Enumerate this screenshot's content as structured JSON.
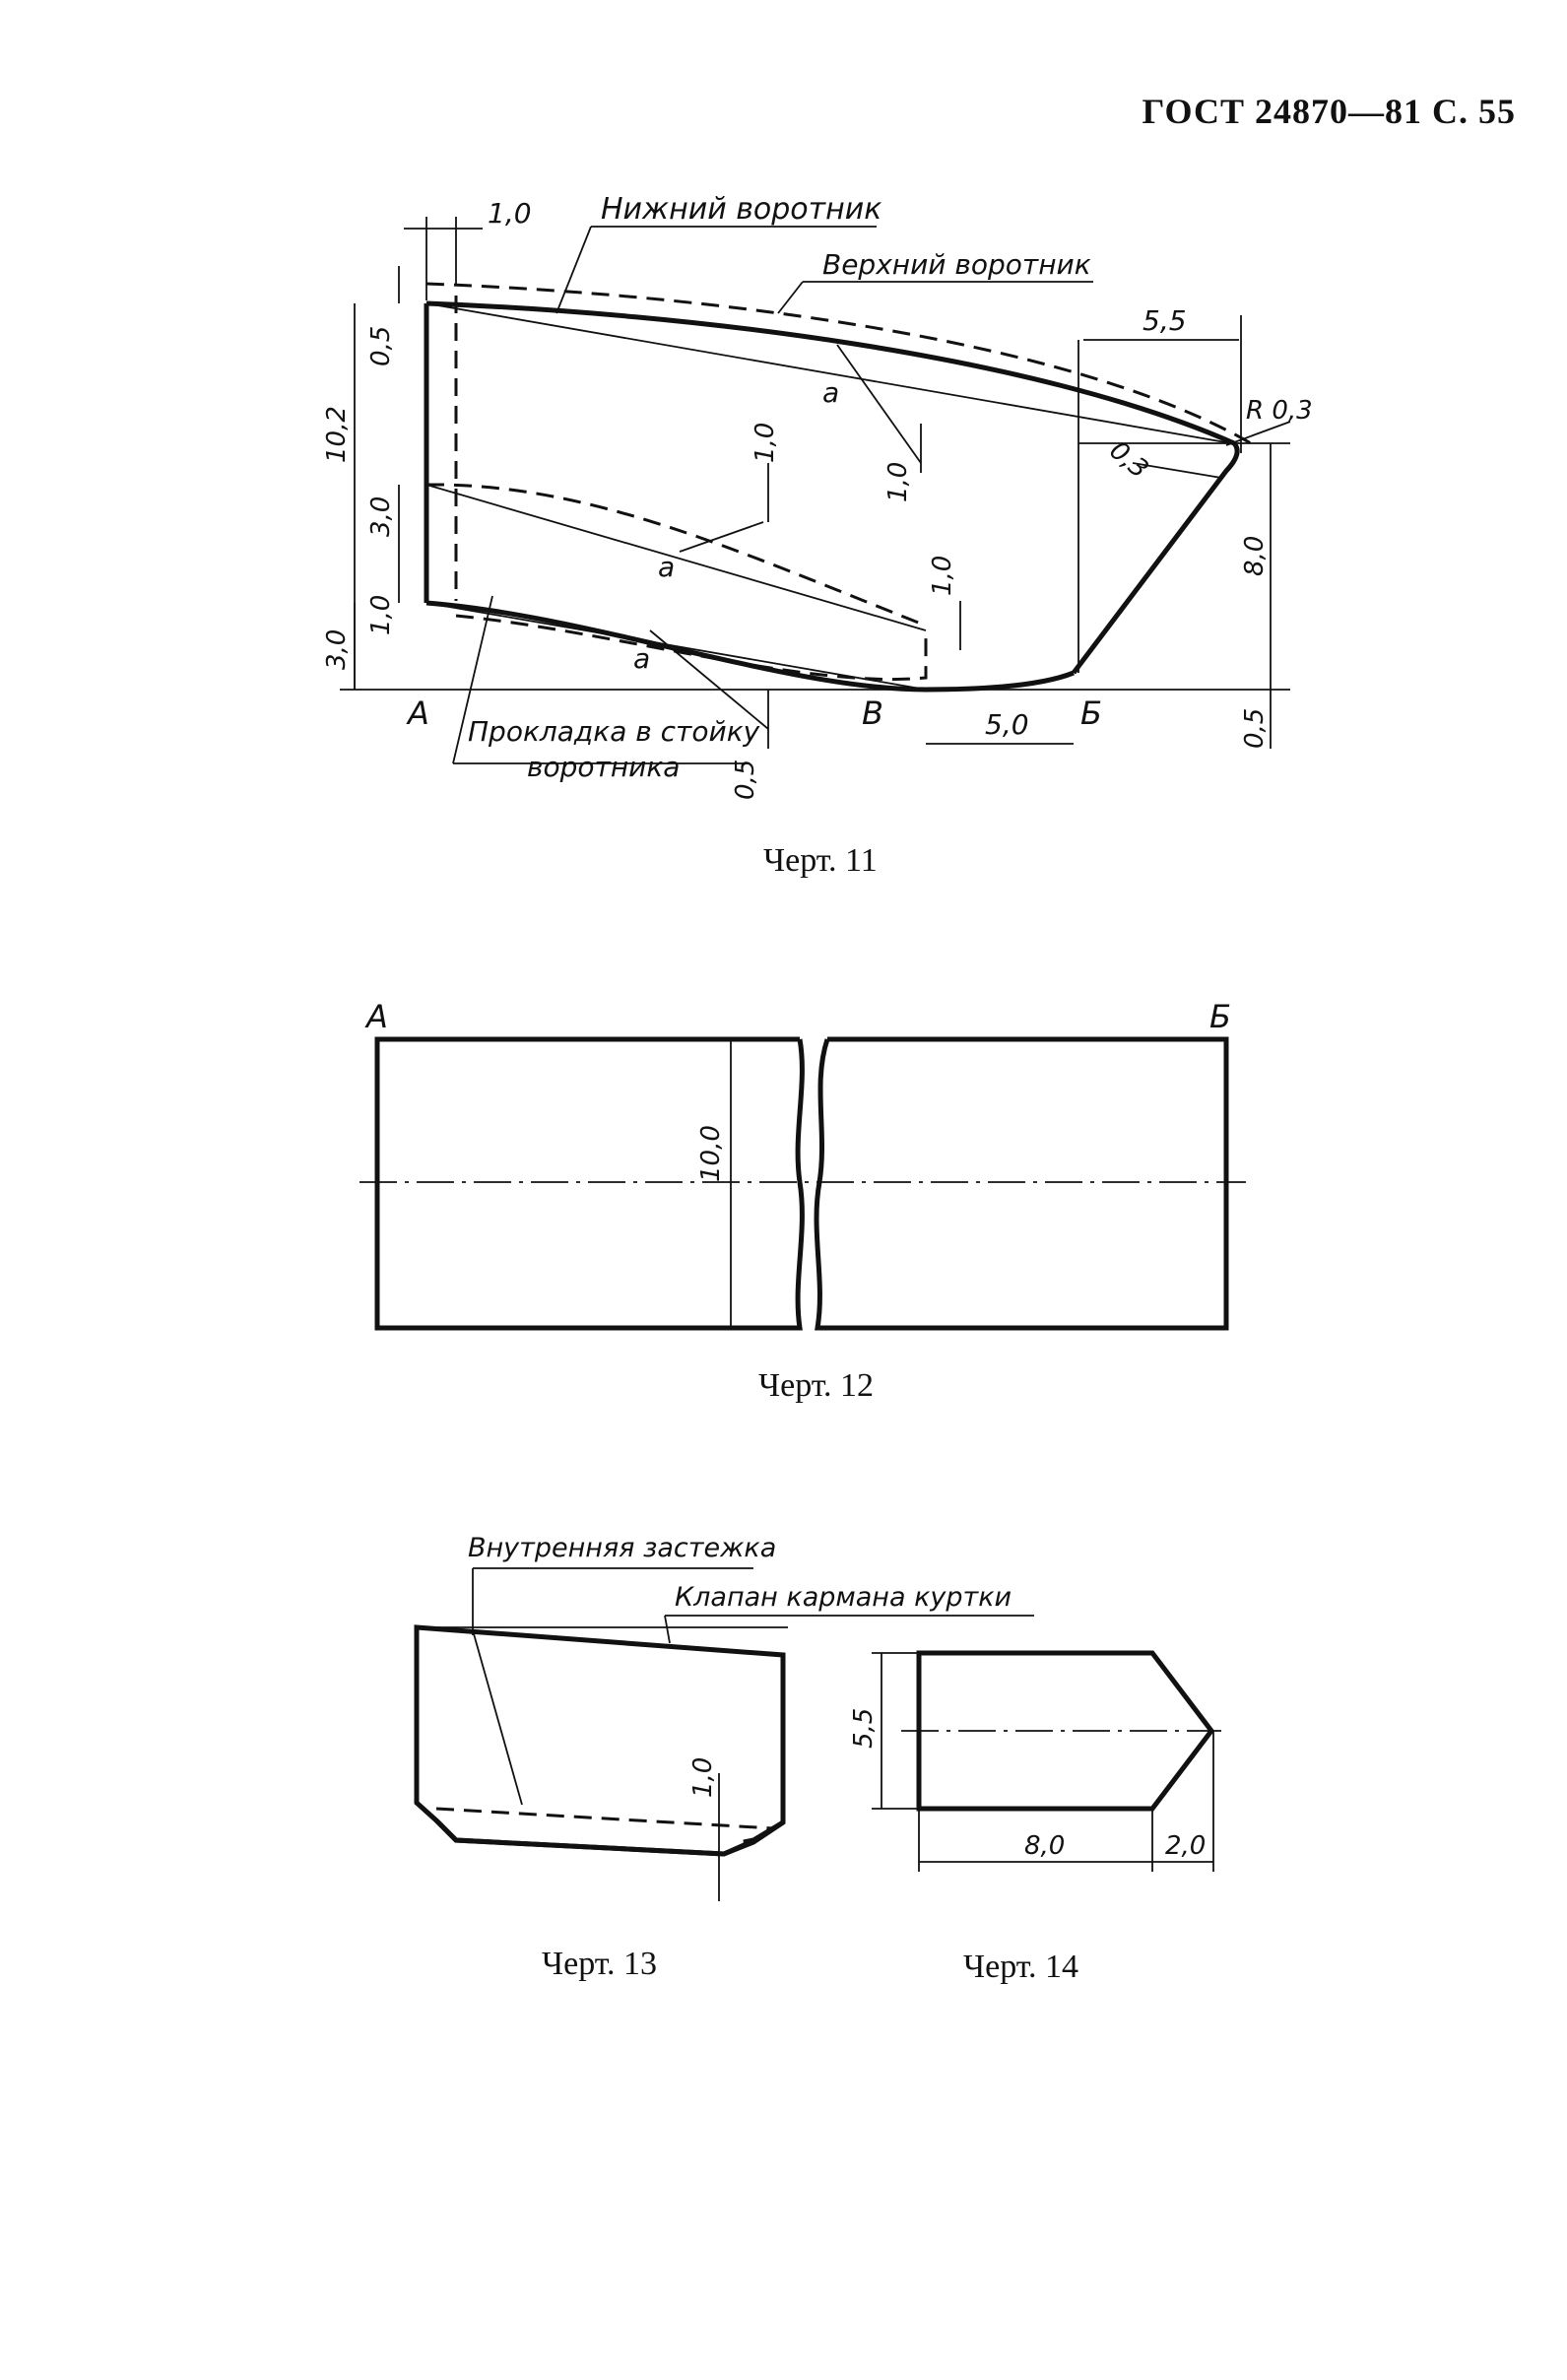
{
  "header": {
    "text": "ГОСТ 24870—81 С. 55"
  },
  "fig11": {
    "caption": "Черт. 11",
    "labels": {
      "lower_collar": "Нижний воротник",
      "upper_collar": "Верхний воротник",
      "pad": "Прокладка в стойку",
      "pad2": "воротника",
      "a": "а",
      "point_A": "А",
      "point_V": "В",
      "point_B": "Б",
      "radius": "R 0,3"
    },
    "dims": {
      "d1_0_top": "1,0",
      "d5_5": "5,5",
      "d0_5_left": "0,5",
      "d10_2": "10,2",
      "d3_0_mid": "3,0",
      "d1_0_left": "1,0",
      "d3_0_bottom": "3,0",
      "d1_0_diag1": "1,0",
      "d1_0_diag2": "1,0",
      "d1_0_right": "1,0",
      "d0_3": "0,3",
      "d8_0": "8,0",
      "d0_5_right": "0,5",
      "d5_0": "5,0",
      "d0_5_bottom": "0,5"
    }
  },
  "fig12": {
    "caption": "Черт. 12",
    "labels": {
      "point_A": "А",
      "point_B": "Б"
    },
    "dims": {
      "d10_0": "10,0"
    }
  },
  "fig13": {
    "caption": "Черт. 13",
    "labels": {
      "inner_fastener": "Внутренняя застежка",
      "flap": "Клапан кармана куртки"
    },
    "dims": {
      "d1_0": "1,0"
    }
  },
  "fig14": {
    "caption": "Черт. 14",
    "dims": {
      "d5_5": "5,5",
      "d8_0": "8,0",
      "d2_0": "2,0"
    }
  }
}
